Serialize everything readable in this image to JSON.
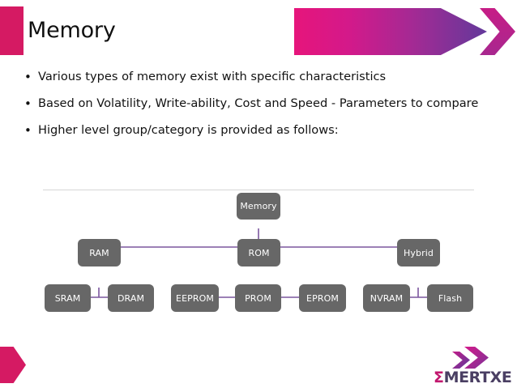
{
  "slide": {
    "title": "Memory",
    "bullet_marker": "•",
    "bullets": [
      "Various types of memory exist with specific characteristics",
      "Based on Volatility, Write-ability, Cost and Speed  - Parameters to compare",
      "Higher level group/category is provided as follows:"
    ]
  },
  "theme": {
    "accent_pink": "#d51a63",
    "banner_gradient_start": "#e6157b",
    "banner_gradient_end": "#63399b",
    "node_fill": "#676767",
    "connector_color": "#7b579e",
    "divider_color": "#d6d6d6",
    "text_color": "#121212"
  },
  "diagram": {
    "type": "tree",
    "root": {
      "id": "memory",
      "label": "Memory"
    },
    "level2": [
      {
        "id": "ram",
        "label": "RAM"
      },
      {
        "id": "rom",
        "label": "ROM"
      },
      {
        "id": "hybrid",
        "label": "Hybrid"
      }
    ],
    "level3": [
      {
        "id": "sram",
        "label": "SRAM",
        "parent": "ram"
      },
      {
        "id": "dram",
        "label": "DRAM",
        "parent": "ram"
      },
      {
        "id": "eeprom",
        "label": "EEPROM",
        "parent": "rom"
      },
      {
        "id": "prom",
        "label": "PROM",
        "parent": "rom"
      },
      {
        "id": "eprom",
        "label": "EPROM",
        "parent": "rom"
      },
      {
        "id": "nvram",
        "label": "NVRAM",
        "parent": "hybrid"
      },
      {
        "id": "flash",
        "label": "Flash",
        "parent": "hybrid"
      }
    ]
  },
  "logo": {
    "sigma": "Σ",
    "wordmark": "MERTXE"
  }
}
